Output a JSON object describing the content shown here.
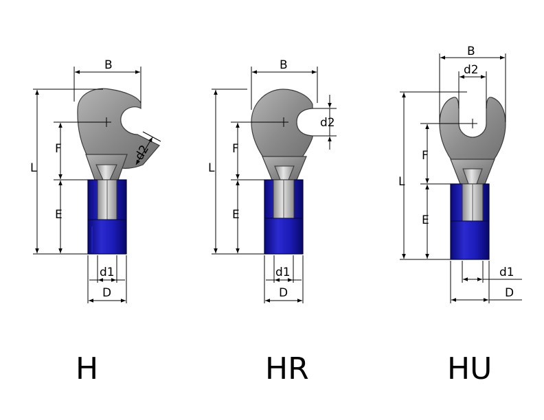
{
  "colors": {
    "metal": "#8e8e8e",
    "insulation": "#1a1ab8",
    "collar": "#bdbdbd"
  },
  "labels": {
    "B": "B",
    "d2": "d2",
    "L": "L",
    "F": "F",
    "E": "E",
    "d1": "d1",
    "D": "D"
  },
  "terminals": [
    {
      "type": "H"
    },
    {
      "type": "HR"
    },
    {
      "type": "HU"
    }
  ]
}
